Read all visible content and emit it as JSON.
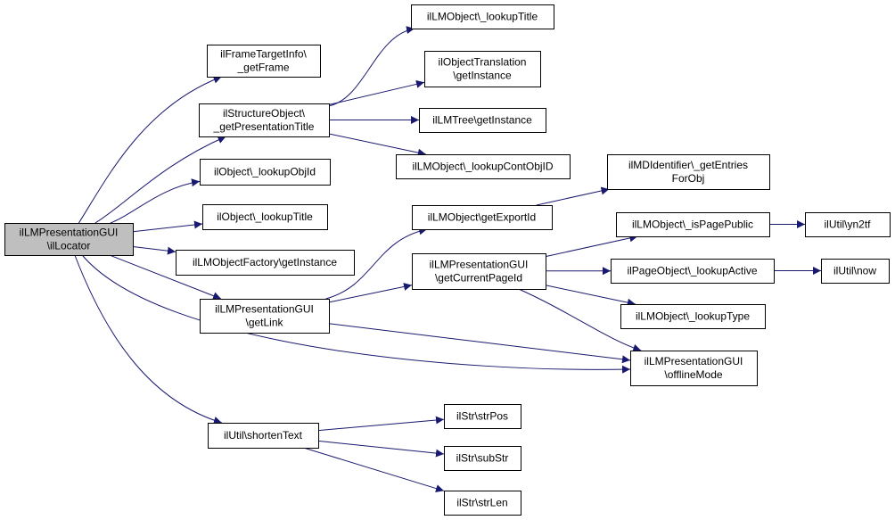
{
  "colors": {
    "edge": "#191970",
    "root_fill": "#bfbfbf",
    "node_fill": "#ffffff",
    "border": "#000000"
  },
  "nodes": [
    {
      "id": "root",
      "lines": [
        "ilLMPresentationGUI",
        "\\ilLocator"
      ],
      "root": true
    },
    {
      "id": "frame",
      "lines": [
        "ilFrameTargetInfo\\",
        "_getFrame"
      ]
    },
    {
      "id": "struct",
      "lines": [
        "ilStructureObject\\",
        "_getPresentationTitle"
      ]
    },
    {
      "id": "objid",
      "lines": [
        "ilObject\\_lookupObjId"
      ]
    },
    {
      "id": "objtitle",
      "lines": [
        "ilObject\\_lookupTitle"
      ]
    },
    {
      "id": "factory",
      "lines": [
        "ilLMObjectFactory\\getInstance"
      ]
    },
    {
      "id": "getlink",
      "lines": [
        "ilLMPresentationGUI",
        "\\getLink"
      ]
    },
    {
      "id": "shorten",
      "lines": [
        "ilUtil\\shortenText"
      ]
    },
    {
      "id": "lmtitle",
      "lines": [
        "ilLMObject\\_lookupTitle"
      ]
    },
    {
      "id": "objtrans",
      "lines": [
        "ilObjectTranslation",
        "\\getInstance"
      ]
    },
    {
      "id": "lmtree",
      "lines": [
        "ilLMTree\\getInstance"
      ]
    },
    {
      "id": "contobj",
      "lines": [
        "ilLMObject\\_lookupContObjID"
      ]
    },
    {
      "id": "mdident",
      "lines": [
        "ilMDIdentifier\\_getEntries",
        "ForObj"
      ]
    },
    {
      "id": "exportid",
      "lines": [
        "ilLMObject\\getExportId"
      ]
    },
    {
      "id": "curpage",
      "lines": [
        "ilLMPresentationGUI",
        "\\getCurrentPageId"
      ]
    },
    {
      "id": "ispublic",
      "lines": [
        "ilLMObject\\_isPagePublic"
      ]
    },
    {
      "id": "yn2tf",
      "lines": [
        "ilUtil\\yn2tf"
      ]
    },
    {
      "id": "lookupactive",
      "lines": [
        "ilPageObject\\_lookupActive"
      ]
    },
    {
      "id": "now",
      "lines": [
        "ilUtil\\now"
      ]
    },
    {
      "id": "lookuptype",
      "lines": [
        "ilLMObject\\_lookupType"
      ]
    },
    {
      "id": "offline",
      "lines": [
        "ilLMPresentationGUI",
        "\\offlineMode"
      ]
    },
    {
      "id": "strpos",
      "lines": [
        "ilStr\\strPos"
      ]
    },
    {
      "id": "substr",
      "lines": [
        "ilStr\\subStr"
      ]
    },
    {
      "id": "strlen",
      "lines": [
        "ilStr\\strLen"
      ]
    }
  ],
  "edges": [
    [
      "root",
      "frame"
    ],
    [
      "root",
      "struct"
    ],
    [
      "root",
      "objid"
    ],
    [
      "root",
      "objtitle"
    ],
    [
      "root",
      "factory"
    ],
    [
      "root",
      "getlink"
    ],
    [
      "root",
      "offline"
    ],
    [
      "root",
      "shorten"
    ],
    [
      "struct",
      "lmtitle"
    ],
    [
      "struct",
      "objtrans"
    ],
    [
      "struct",
      "lmtree"
    ],
    [
      "struct",
      "contobj"
    ],
    [
      "getlink",
      "exportid"
    ],
    [
      "getlink",
      "curpage"
    ],
    [
      "getlink",
      "offline"
    ],
    [
      "exportid",
      "mdident"
    ],
    [
      "curpage",
      "ispublic"
    ],
    [
      "curpage",
      "lookupactive"
    ],
    [
      "curpage",
      "lookuptype"
    ],
    [
      "curpage",
      "offline"
    ],
    [
      "ispublic",
      "yn2tf"
    ],
    [
      "lookupactive",
      "now"
    ],
    [
      "shorten",
      "strpos"
    ],
    [
      "shorten",
      "substr"
    ],
    [
      "shorten",
      "strlen"
    ]
  ]
}
